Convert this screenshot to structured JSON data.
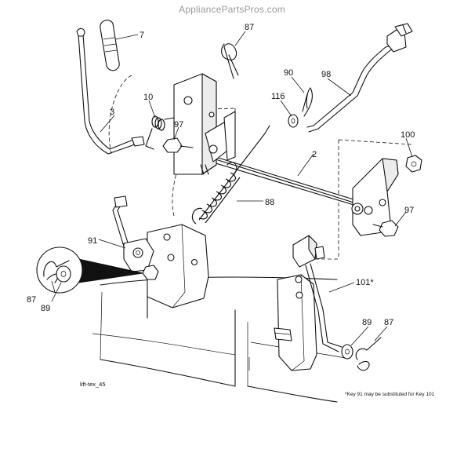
{
  "site": {
    "watermark": "AppliancePartsPros.com"
  },
  "diagram": {
    "figure_id": "lift-tex_45",
    "footnote": "*Key 91 may be substituted for Key 101",
    "callouts": {
      "c7": "7",
      "c87_top": "87",
      "c3": "3",
      "c10": "10",
      "c97_top": "97",
      "c116": "116",
      "c90": "90",
      "c98": "98",
      "c2": "2",
      "c100": "100",
      "c97_right": "97",
      "c88": "88",
      "c91": "91",
      "c87_left": "87",
      "c89_left": "89",
      "c101": "101*",
      "c89_right": "89",
      "c87_right": "87"
    }
  }
}
